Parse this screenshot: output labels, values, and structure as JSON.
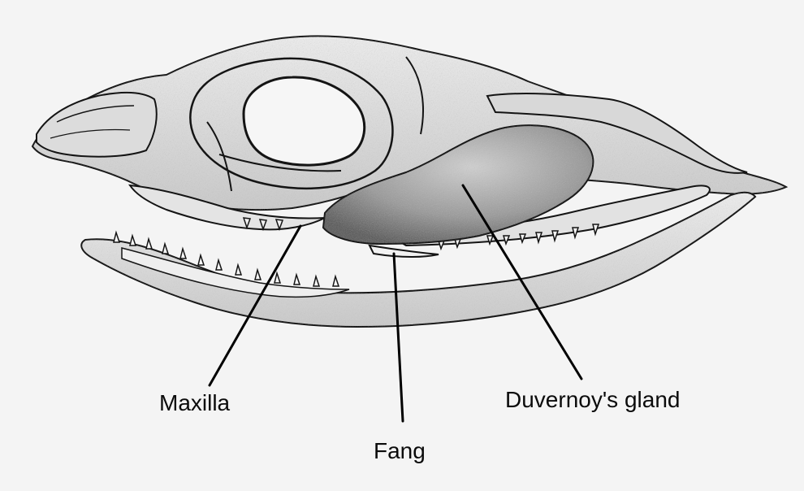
{
  "labels": {
    "maxilla": "Maxilla",
    "fang": "Fang",
    "duvernoy": "Duvernoy's gland"
  },
  "colors": {
    "background": "#f4f4f4",
    "bone_fill": "#e6e6e6",
    "gland_fill": "#bdbdbd",
    "ink": "#141414"
  }
}
